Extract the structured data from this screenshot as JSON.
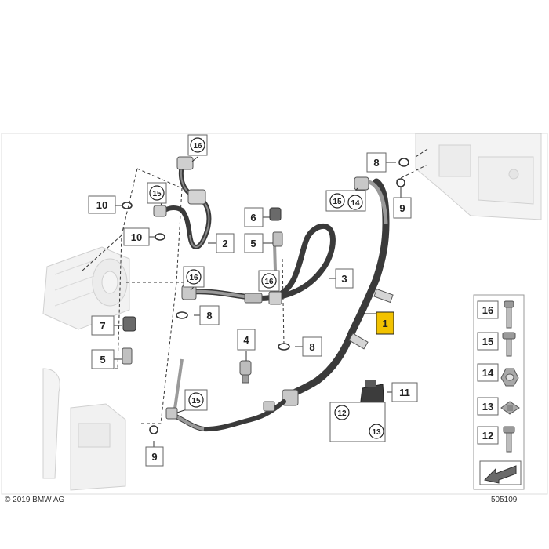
{
  "copyright": "© 2019 BMW AG",
  "image_number": "505109",
  "callouts": {
    "c1": "1",
    "c2": "2",
    "c3": "3",
    "c4": "4",
    "c5a": "5",
    "c5b": "5",
    "c6": "6",
    "c7": "7",
    "c8a": "8",
    "c8b": "8",
    "c8c": "8",
    "c9a": "9",
    "c9b": "9",
    "c10a": "10",
    "c10b": "10",
    "c11": "11",
    "c12": "12",
    "c13": "13",
    "c14": "14",
    "c15a": "15",
    "c15b": "15",
    "c15c": "15",
    "c16a": "16",
    "c16b": "16",
    "c16c": "16"
  },
  "legend": {
    "l16": "16",
    "l15": "15",
    "l14": "14",
    "l13": "13",
    "l12": "12"
  },
  "colors": {
    "highlight": "#f2c200",
    "hose": "#3a3a3a",
    "pipe": "#9a9a9a",
    "component": "#e4e4e4"
  }
}
